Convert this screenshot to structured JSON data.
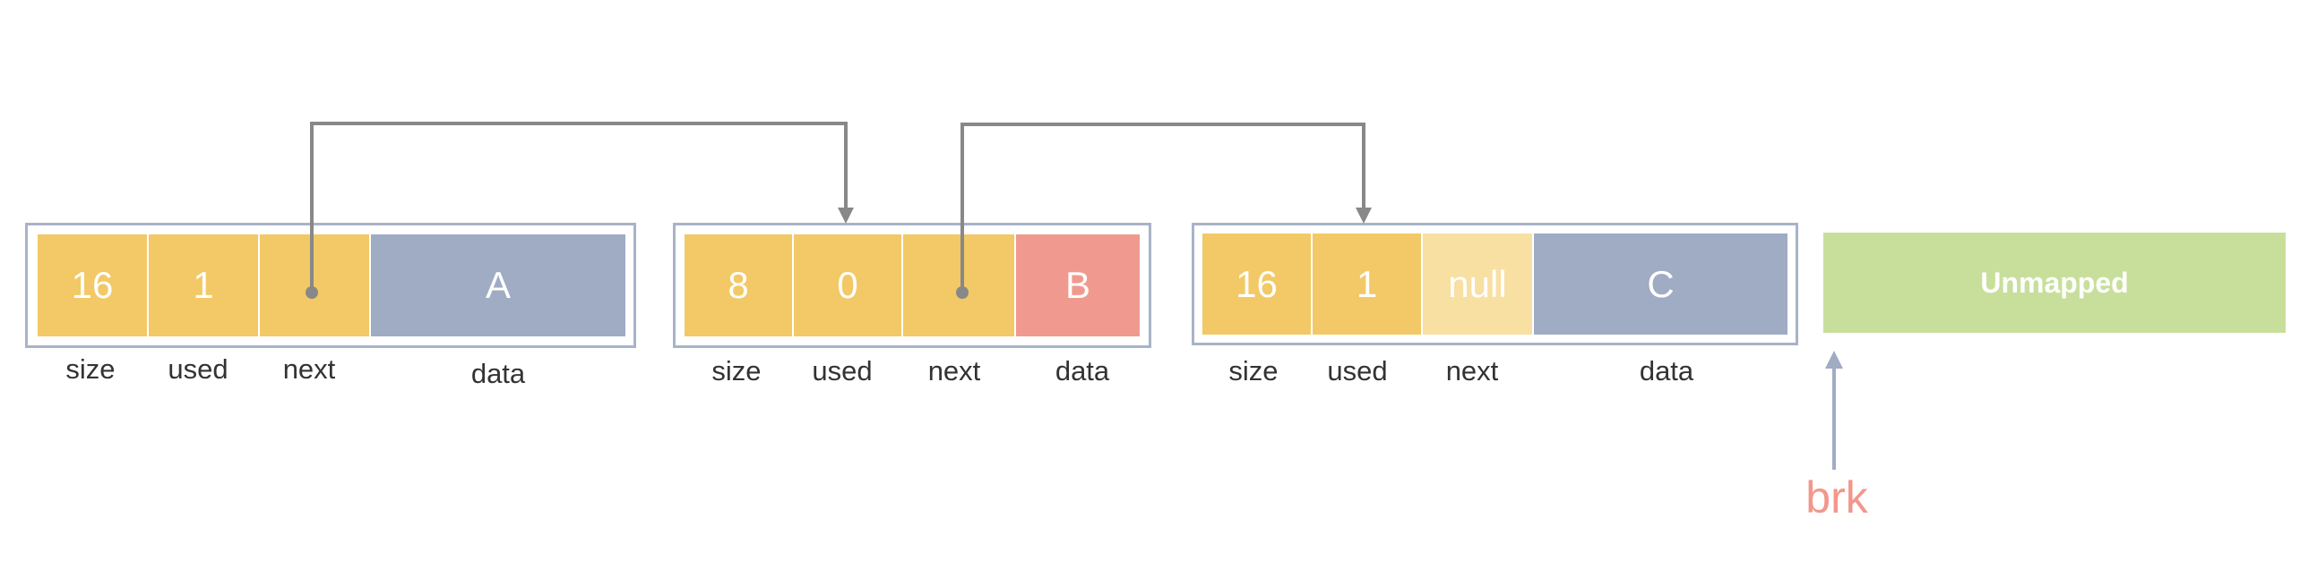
{
  "blocks": [
    {
      "size": "16",
      "used": "1",
      "next": "",
      "data": "A"
    },
    {
      "size": "8",
      "used": "0",
      "next": "",
      "data": "B"
    },
    {
      "size": "16",
      "used": "1",
      "next": "null",
      "data": "C"
    }
  ],
  "labels": {
    "size": "size",
    "used": "used",
    "next": "next",
    "data": "data"
  },
  "unmapped": "Unmapped",
  "brk": "brk",
  "colors": {
    "field": "#f2c966",
    "null_field": "#f8e0a3",
    "data_allocated": "#a0abc4",
    "data_free": "#f09a8f",
    "unmapped": "#c8df9c",
    "brk_label": "#f3968b",
    "border": "#a8b3c7",
    "arrow": "#888888"
  }
}
